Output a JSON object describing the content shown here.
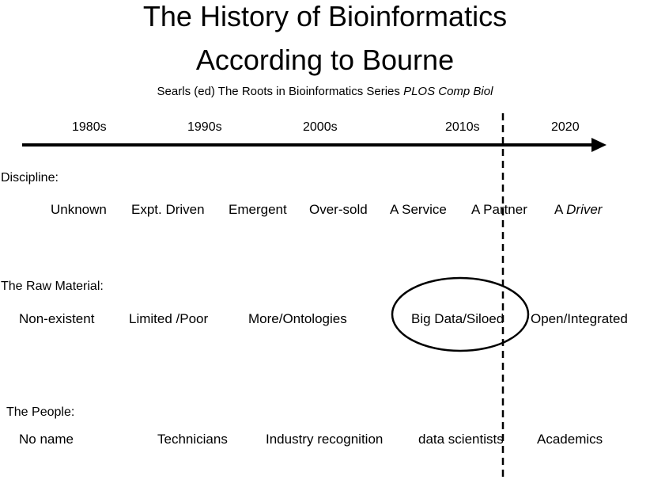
{
  "title_line1": "The History of Bioinformatics",
  "title_line2": "According to Bourne",
  "subtitle": {
    "text": "Searls (ed) The Roots in Bioinformatics Series ",
    "journal": "PLOS Comp Biol"
  },
  "timeline": {
    "decades": [
      "1980s",
      "1990s",
      "2000s",
      "2010s",
      "2020"
    ]
  },
  "discipline": {
    "label": "Discipline:",
    "items": [
      "Unknown",
      "Expt. Driven",
      "Emergent",
      "Over-sold",
      "A Service",
      "A Partner"
    ],
    "last_prefix": "A",
    "last_italic": "Driver"
  },
  "raw_material": {
    "label": "The Raw Material:",
    "items": [
      "Non-existent",
      "Limited /Poor",
      "More/Ontologies",
      "Big Data/Siloed",
      "Open/Integrated"
    ]
  },
  "people": {
    "label": "The People:",
    "items": [
      "No name",
      "Technicians",
      "Industry recognition",
      "data scientists",
      "Academics"
    ]
  }
}
